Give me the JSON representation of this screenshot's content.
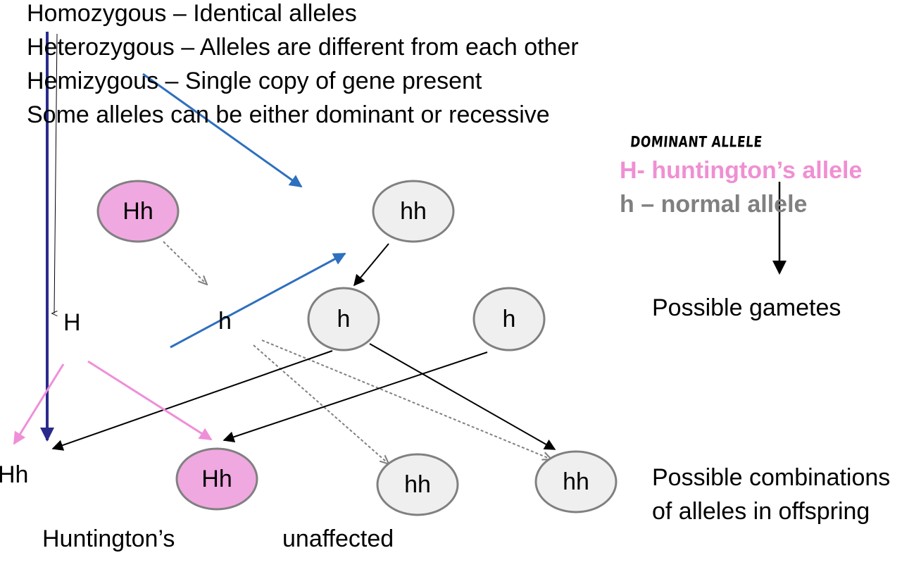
{
  "definitions": [
    "Homozygous – Identical alleles",
    "Heterozygous – Alleles are different from each other",
    "Hemizygous – Single copy of gene present",
    "Some alleles can be either dominant or recessive"
  ],
  "legend": {
    "handwritten_note": "DOMINANT ALLELE",
    "dominant": "H- huntington’s allele",
    "normal": "h – normal allele",
    "dominant_color": "#f08fd3",
    "normal_color": "#808080"
  },
  "parents": {
    "left": "Hh",
    "right": "hh"
  },
  "gametes": {
    "g1": "H",
    "g2": "h",
    "g3": "h",
    "g4": "h"
  },
  "offspring": {
    "o1": "Hh",
    "o2": "Hh",
    "o3": "hh",
    "o4": "hh"
  },
  "labels": {
    "huntingtons": "Huntington’s",
    "unaffected": "unaffected",
    "possible_gametes": "Possible gametes",
    "combinations_line1": "Possible combinations",
    "combinations_line2": "of alleles in offspring"
  },
  "colors": {
    "affected_fill": "#f0a8e0",
    "unaffected_fill": "#efefef",
    "node_stroke": "#808080",
    "blue_arrow": "#2e6fbf",
    "navy_arrow": "#2a2a8c",
    "pink_arrow": "#ef8fd8"
  }
}
